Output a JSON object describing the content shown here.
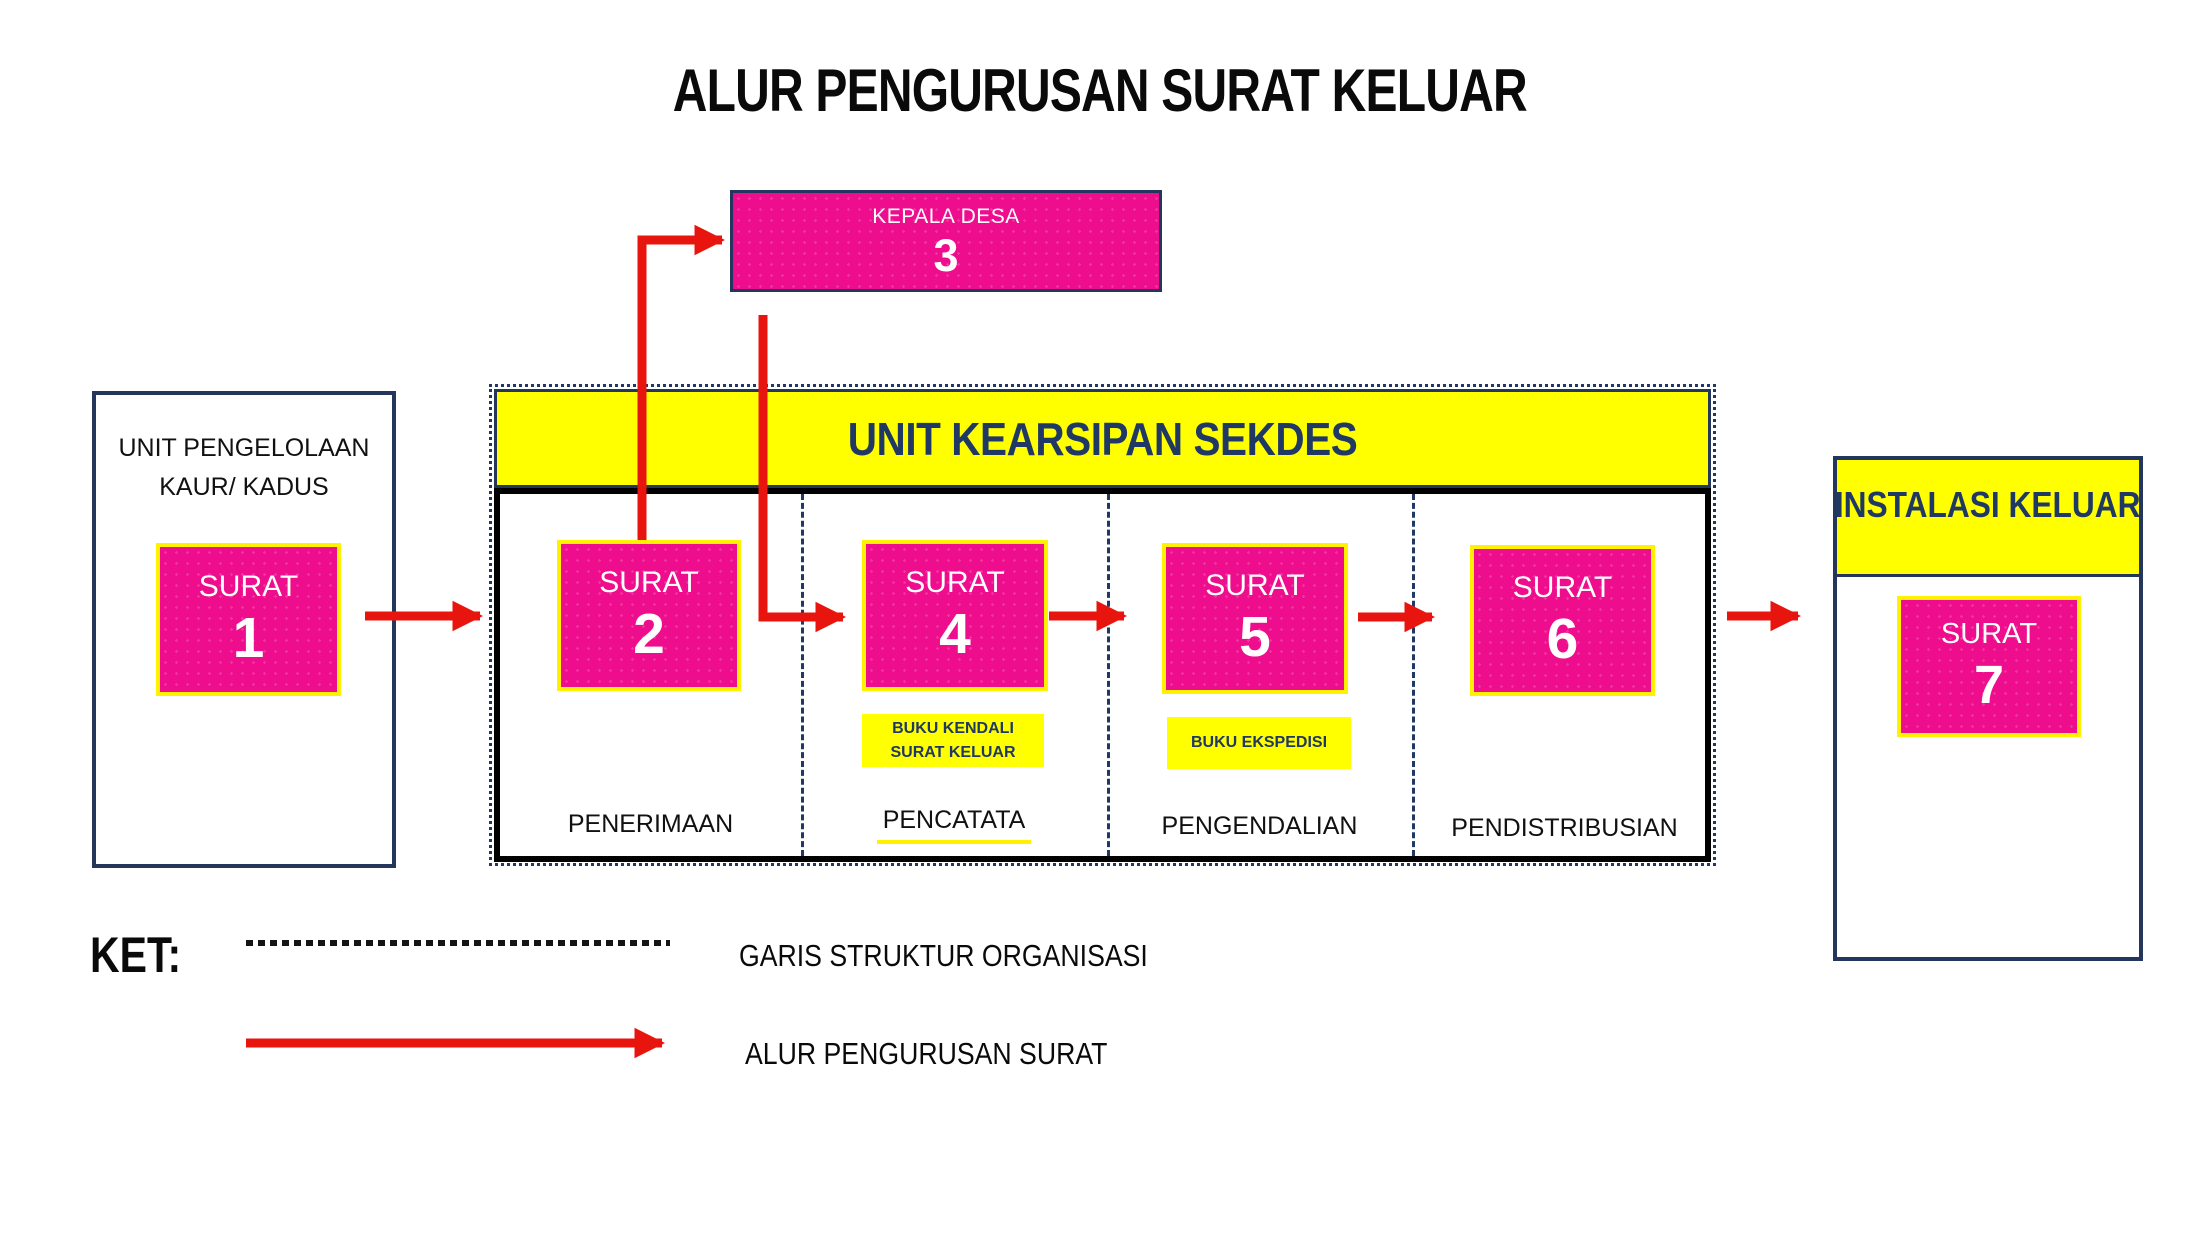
{
  "title": "ALUR PENGURUSAN SURAT KELUAR",
  "kepala_desa": {
    "label": "KEPALA DESA",
    "number": "3"
  },
  "unit_pengelolaan": {
    "title_lines": [
      "UNIT PENGELOLAAN",
      "KAUR/ KADUS"
    ],
    "surat": {
      "label": "SURAT",
      "number": "1"
    }
  },
  "unit_kearsipan": {
    "header": "UNIT KEARSIPAN SEKDES",
    "columns": [
      {
        "label": "PENERIMAAN",
        "surat": {
          "label": "SURAT",
          "number": "2"
        }
      },
      {
        "label": "PENCATATA",
        "surat": {
          "label": "SURAT",
          "number": "4"
        },
        "book_lines": [
          "BUKU KENDALI",
          "SURAT KELUAR"
        ]
      },
      {
        "label": "PENGENDALIAN",
        "surat": {
          "label": "SURAT",
          "number": "5"
        },
        "book_lines": [
          "BUKU EKSPEDISI"
        ]
      },
      {
        "label": "PENDISTRIBUSIAN",
        "surat": {
          "label": "SURAT",
          "number": "6"
        }
      }
    ]
  },
  "instalasi_keluar": {
    "header": "INSTALASI KELUAR",
    "surat": {
      "label": "SURAT",
      "number": "7"
    }
  },
  "legend": {
    "title": "KET:",
    "items": [
      {
        "symbol": "dotted-line",
        "label": "GARIS STRUKTUR ORGANISASI"
      },
      {
        "symbol": "red-arrow",
        "label": "ALUR PENGURUSAN SURAT"
      }
    ]
  },
  "colors": {
    "pink": "#EE0D8C",
    "yellow": "#FFFF00",
    "navy": "#1F3864",
    "red": "#E8150F",
    "black": "#000000"
  }
}
